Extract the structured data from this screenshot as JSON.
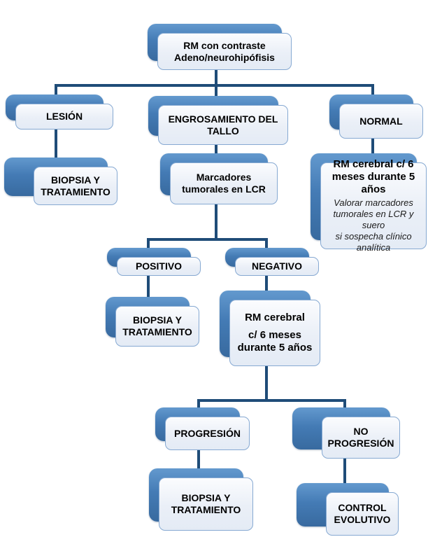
{
  "diagram": {
    "type": "flowchart",
    "nodes": {
      "root": {
        "label": "RM con contraste\nAdeno/neurohipófisis"
      },
      "lesion": {
        "label": "LESIÓN"
      },
      "engrosamiento": {
        "label": "ENGROSAMIENTO DEL\nTALLO"
      },
      "normal": {
        "label": "NORMAL"
      },
      "biopsia_lesion": {
        "label": "BIOPSIA Y\nTRATAMIENTO"
      },
      "marcadores": {
        "label": "Marcadores\ntumorales en LCR"
      },
      "rm_normal": {
        "title": "RM cerebral c/ 6\nmeses durante 5 años",
        "note": "Valorar marcadores\ntumorales en LCR y suero\nsi sospecha clínico\nanalítica"
      },
      "positivo": {
        "label": "POSITIVO"
      },
      "negativo": {
        "label": "NEGATIVO"
      },
      "biopsia_positivo": {
        "label": "BIOPSIA Y\nTRATAMIENTO"
      },
      "rm_negativo": {
        "line1": "RM cerebral",
        "line2": "c/ 6 meses\ndurante 5 años"
      },
      "progresion": {
        "label": "PROGRESIÓN"
      },
      "no_progresion": {
        "label": "NO\nPROGRESIÓN"
      },
      "biopsia_progresion": {
        "label": "BIOPSIA Y\nTRATAMIENTO"
      },
      "control_evolutivo": {
        "label": "CONTROL\nEVOLUTIVO"
      }
    },
    "edges": [
      [
        "root",
        "lesion"
      ],
      [
        "root",
        "engrosamiento"
      ],
      [
        "root",
        "normal"
      ],
      [
        "lesion",
        "biopsia_lesion"
      ],
      [
        "engrosamiento",
        "marcadores"
      ],
      [
        "normal",
        "rm_normal"
      ],
      [
        "marcadores",
        "positivo"
      ],
      [
        "marcadores",
        "negativo"
      ],
      [
        "positivo",
        "biopsia_positivo"
      ],
      [
        "negativo",
        "rm_negativo"
      ],
      [
        "rm_negativo",
        "progresion"
      ],
      [
        "rm_negativo",
        "no_progresion"
      ],
      [
        "progresion",
        "biopsia_progresion"
      ],
      [
        "no_progresion",
        "control_evolutivo"
      ]
    ],
    "palette": {
      "box_shadow_blue": "#447bb5",
      "box_face_fill": "#eaeff7",
      "box_face_border": "#86a9d2",
      "connector": "#1f4c78",
      "text": "#000000"
    }
  }
}
